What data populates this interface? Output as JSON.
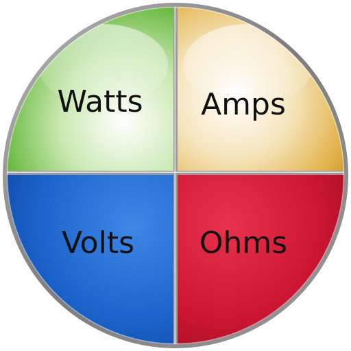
{
  "quadrants": [
    {
      "label": "Watts",
      "color": "#4aa82e",
      "position": "top-left"
    },
    {
      "label": "Amps",
      "color": "#d89a1a",
      "position": "top-right"
    },
    {
      "label": "Volts",
      "color": "#1560c8",
      "position": "bottom-left"
    },
    {
      "label": "Ohms",
      "color": "#cc1631",
      "position": "bottom-right"
    }
  ],
  "colors": {
    "rim": "#8c8c8c",
    "divider": "#9a9a9a"
  }
}
